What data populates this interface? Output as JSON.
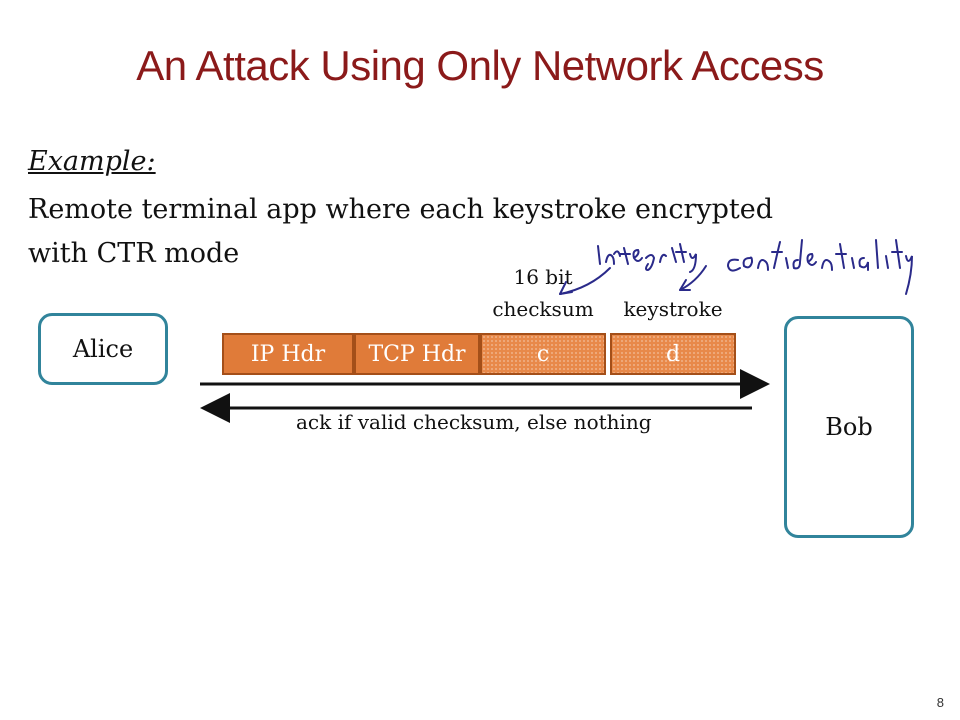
{
  "slide": {
    "title": "An Attack Using Only Network Access",
    "example_label": "Example:",
    "body_lines": [
      "Remote terminal app where each keystroke encrypted",
      "with CTR mode"
    ],
    "page_number": "8"
  },
  "diagram": {
    "sender": "Alice",
    "receiver": "Bob",
    "packet_fields": [
      "IP Hdr",
      "TCP Hdr",
      "c",
      "d"
    ],
    "field_labels": {
      "checksum_line1": "16 bit",
      "checksum_line2": "checksum",
      "keystroke": "keystroke"
    },
    "ack_text": "ack if valid checksum, else nothing"
  },
  "annotations": {
    "handwritten_1": "integrity",
    "handwritten_2": "confidentiality"
  },
  "colors": {
    "title": "#8b1a1a",
    "box_border": "#31849b",
    "packet_fill": "#e07b39",
    "ink": "#1f1f7a"
  }
}
